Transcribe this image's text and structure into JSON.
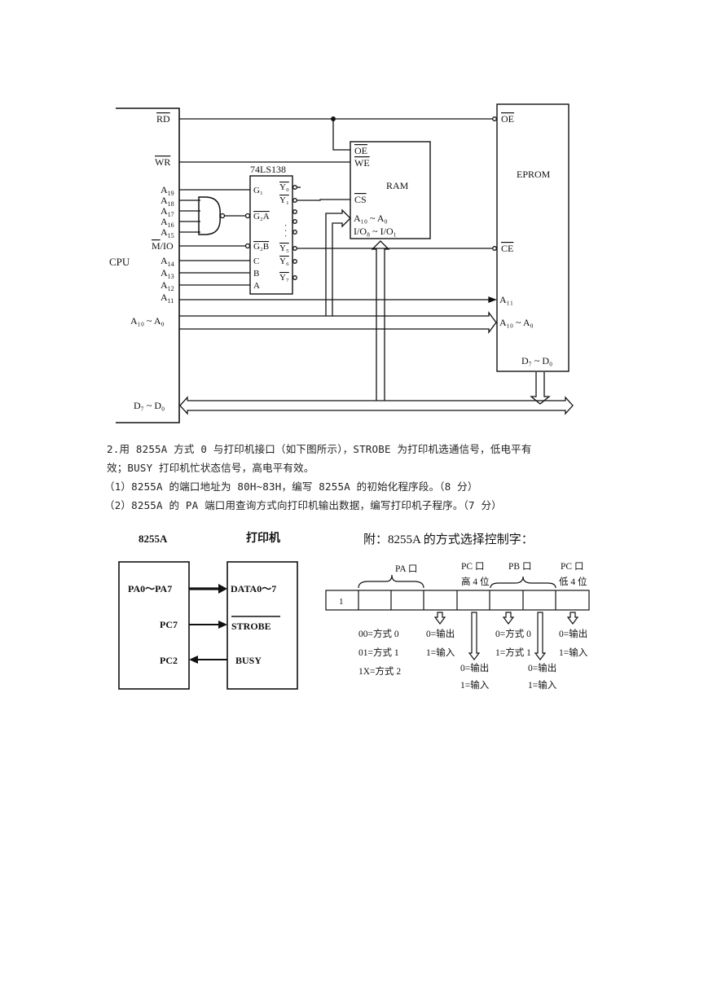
{
  "circuit": {
    "cpu_label": "CPU",
    "cpu_pins": {
      "rd": "RD",
      "wr": "WR",
      "a19": "A",
      "a19_sub": "19",
      "a18": "A",
      "a18_sub": "18",
      "a17": "A",
      "a17_sub": "17",
      "a16": "A",
      "a16_sub": "16",
      "a15": "A",
      "a15_sub": "15",
      "mio_m": "M",
      "mio_io": "/IO",
      "a14": "A",
      "a14_sub": "14",
      "a13": "A",
      "a13_sub": "13",
      "a12": "A",
      "a12_sub": "12",
      "a11": "A",
      "a11_sub": "11",
      "a10a0": "A₁₀ ~ A₀",
      "d7d0": "D₇ ~ D₀"
    },
    "decoder": {
      "title": "74LS138",
      "inputs": [
        "G₁",
        "G₂A",
        "G₂B",
        "C",
        "B",
        "A"
      ],
      "outputs": [
        "Y₀",
        "Y₁",
        "Y₅",
        "Y₆",
        "Y₇"
      ],
      "dots": "· · ·"
    },
    "ram": {
      "title": "RAM",
      "pins": [
        "OE",
        "WE",
        "CS",
        "A₁₀ ~ A₀",
        "I/O₈ ~ I/O₁"
      ]
    },
    "eprom": {
      "title": "EPROM",
      "pins": [
        "OE",
        "CE",
        "A₁₁",
        "A₁₀ ~ A₀",
        "D₇ ~ D₀"
      ]
    }
  },
  "question": {
    "line1": "2.用 8255A 方式 0 与打印机接口（如下图所示），STROBE 为打印机选通信号，低电平有",
    "line2": "效；BUSY 打印机忙状态信号，高电平有效。",
    "line3": "（1）8255A 的端口地址为 80H~83H，编写 8255A 的初始化程序段。（8 分）",
    "line4": "（2）8255A 的 PA 端口用查询方式向打印机输出数据，编写打印机子程序。（7 分）"
  },
  "interface_diagram": {
    "left_title": "8255A",
    "right_title": "打印机",
    "left_pins": [
      "PA0～PA7",
      "PC7",
      "PC2"
    ],
    "right_pins": [
      "DATA0～7",
      "STROBE",
      "BUSY"
    ]
  },
  "control_word": {
    "title": "附：8255A 的方式选择控制字：",
    "first_bit": "1",
    "group_labels": [
      "PA 口",
      "PC 口",
      "高 4 位",
      "PB 口",
      "PC 口",
      "低 4 位"
    ],
    "pa_mode": [
      "00=方式 0",
      "01=方式 1",
      "1X=方式 2"
    ],
    "pa_dir": [
      "0=输出",
      "1=输入"
    ],
    "pch_dir": [
      "0=输出",
      "1=输入"
    ],
    "pb_mode": [
      "0=方式 0",
      "1=方式 1"
    ],
    "pb_dir": [
      "0=输出",
      "1=输入"
    ],
    "pcl_dir": [
      "0=输出",
      "1=输入"
    ]
  }
}
